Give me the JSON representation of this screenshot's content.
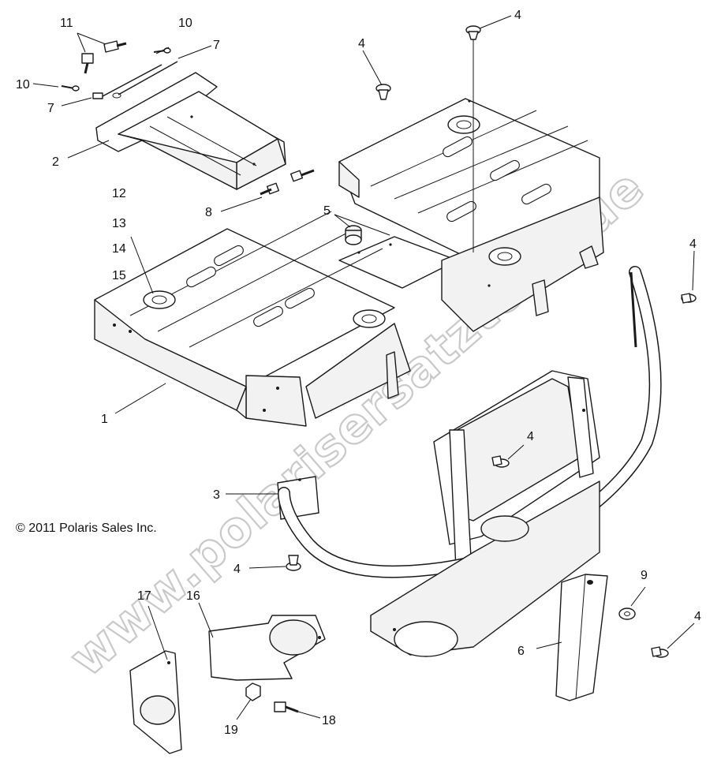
{
  "copyright": "© 2011 Polaris Sales Inc.",
  "watermark": "www.polarisersatzteile.de",
  "callouts": [
    {
      "id": "c1",
      "text": "1"
    },
    {
      "id": "c2",
      "text": "2"
    },
    {
      "id": "c3",
      "text": "3"
    },
    {
      "id": "c4a",
      "text": "4"
    },
    {
      "id": "c4b",
      "text": "4"
    },
    {
      "id": "c4c",
      "text": "4"
    },
    {
      "id": "c4d",
      "text": "4"
    },
    {
      "id": "c4e",
      "text": "4"
    },
    {
      "id": "c4f",
      "text": "4"
    },
    {
      "id": "c5",
      "text": "5"
    },
    {
      "id": "c6",
      "text": "6"
    },
    {
      "id": "c7a",
      "text": "7"
    },
    {
      "id": "c7b",
      "text": "7"
    },
    {
      "id": "c8",
      "text": "8"
    },
    {
      "id": "c9",
      "text": "9"
    },
    {
      "id": "c10a",
      "text": "10"
    },
    {
      "id": "c10b",
      "text": "10"
    },
    {
      "id": "c11",
      "text": "11"
    },
    {
      "id": "c12",
      "text": "12"
    },
    {
      "id": "c13",
      "text": "13"
    },
    {
      "id": "c14",
      "text": "14"
    },
    {
      "id": "c15",
      "text": "15"
    },
    {
      "id": "c16",
      "text": "16"
    },
    {
      "id": "c17",
      "text": "17"
    },
    {
      "id": "c18",
      "text": "18"
    },
    {
      "id": "c19",
      "text": "19"
    }
  ]
}
